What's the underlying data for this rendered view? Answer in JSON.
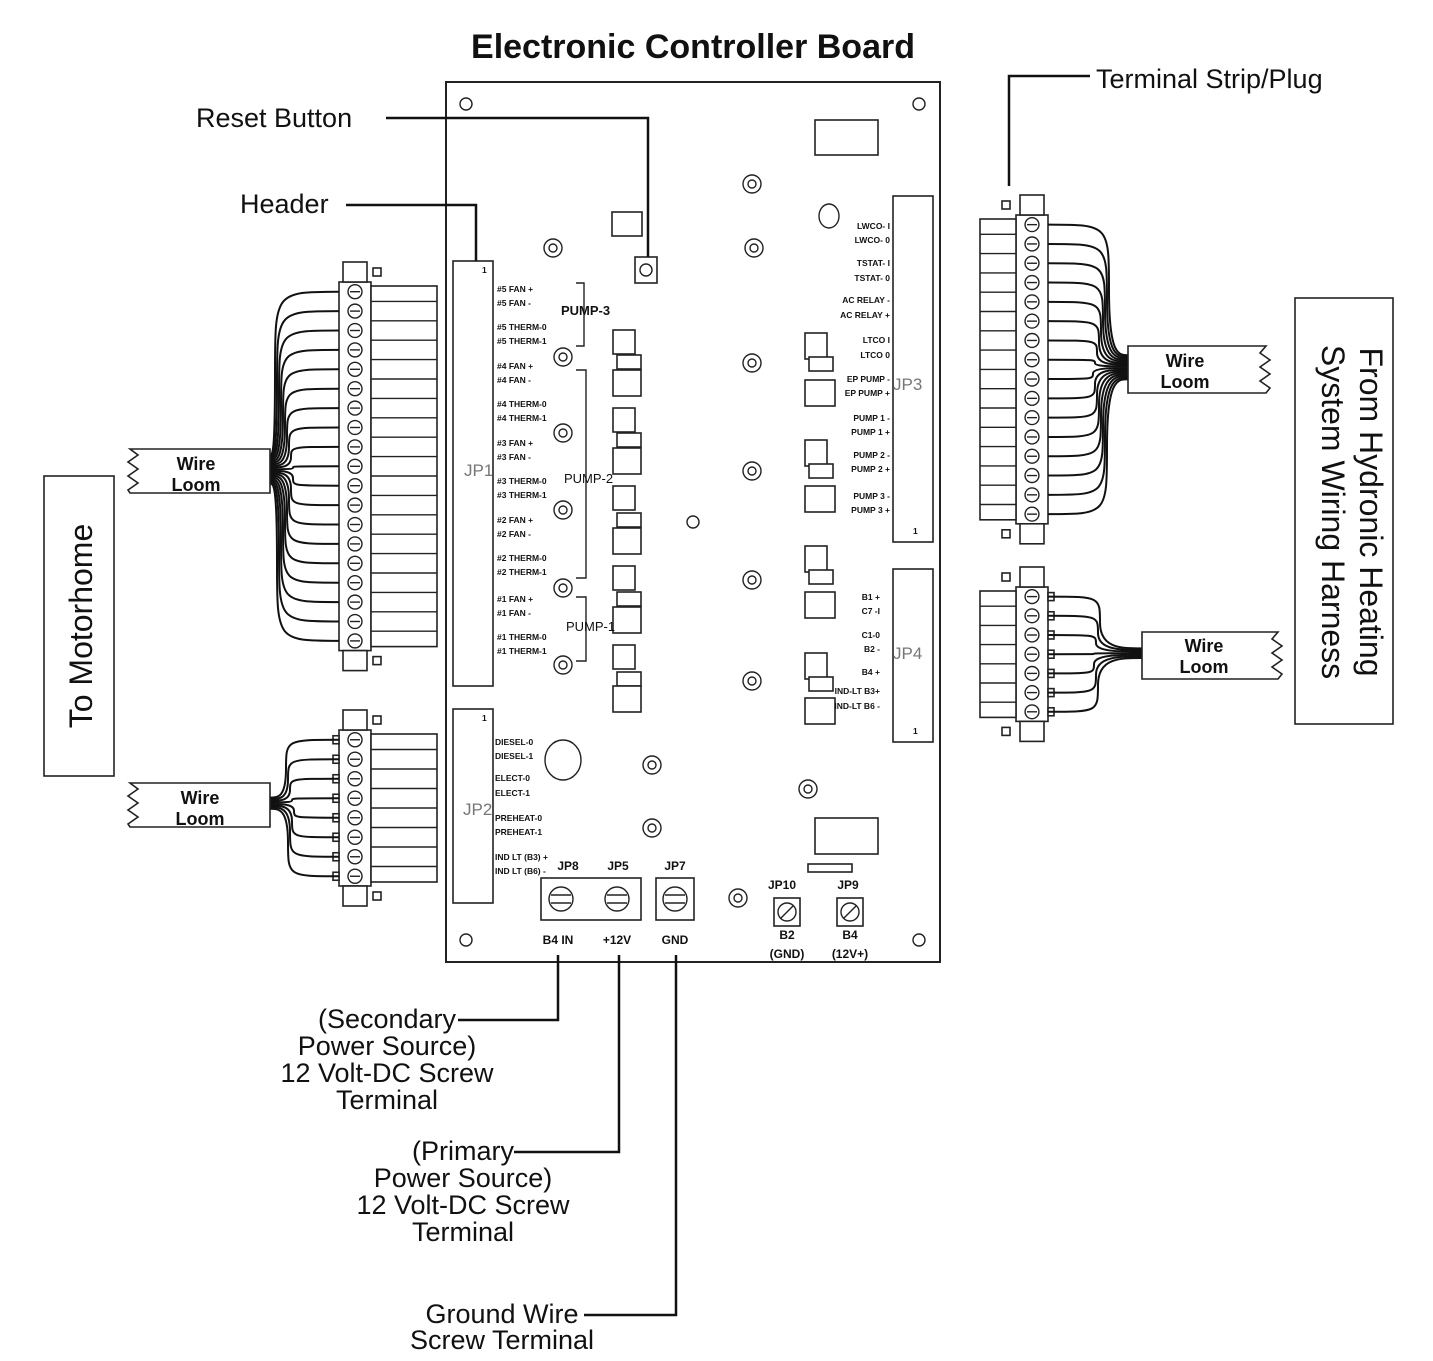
{
  "title": "Electronic Controller Board",
  "callouts": {
    "reset_button": "Reset Button",
    "header": "Header",
    "terminal_strip": "Terminal Strip/Plug",
    "to_motorhome": "To Motorhome",
    "from_hydronic_line1": "From Hydronic Heating",
    "from_hydronic_line2": "System Wiring Harness",
    "wire": "Wire",
    "loom": "Loom",
    "secondary": [
      "(Secondary",
      "Power Source)",
      "12 Volt-DC Screw",
      "Terminal"
    ],
    "primary": [
      "(Primary",
      "Power Source)",
      "12 Volt-DC Screw",
      "Terminal"
    ],
    "ground": [
      "Ground Wire",
      "Screw Terminal"
    ]
  },
  "jp1": {
    "label": "JP1",
    "number": "1",
    "pins": [
      "#5 FAN +",
      "#5 FAN -",
      "#5 THERM-0",
      "#5 THERM-1",
      "#4 FAN +",
      "#4 FAN -",
      "#4 THERM-0",
      "#4 THERM-1",
      "#3 FAN +",
      "#3 FAN -",
      "#3 THERM-0",
      "#3 THERM-1",
      "#2 FAN +",
      "#2 FAN -",
      "#2 THERM-0",
      "#2 THERM-1",
      "#1 FAN +",
      "#1 FAN -",
      "#1 THERM-0",
      "#1 THERM-1"
    ]
  },
  "jp2": {
    "label": "JP2",
    "number": "1",
    "pins": [
      "DIESEL-0",
      "DIESEL-1",
      "ELECT-0",
      "ELECT-1",
      "PREHEAT-0",
      "PREHEAT-1",
      "IND LT (B3) +",
      "IND LT (B6) -"
    ]
  },
  "jp3": {
    "label": "JP3",
    "number": "1",
    "pins": [
      "LWCO- I",
      "LWCO- 0",
      "TSTAT- I",
      "TSTAT- 0",
      "AC RELAY -",
      "AC RELAY +",
      "LTCO I",
      "LTCO 0",
      "EP PUMP -",
      "EP PUMP +",
      "PUMP 1 -",
      "PUMP 1 +",
      "PUMP 2 -",
      "PUMP 2 +",
      "PUMP 3 -",
      "PUMP 3 +"
    ]
  },
  "jp4": {
    "label": "JP4",
    "number": "1",
    "pins": [
      "B1 +",
      "C7 -I",
      "C1-0",
      "B2 -",
      "B4 +",
      "IND-LT B3+",
      "IND-LT B6 -"
    ]
  },
  "pumps": [
    "PUMP-3",
    "PUMP-2",
    "PUMP-1"
  ],
  "terminals": [
    {
      "top": "JP8",
      "bottom": "B4 IN"
    },
    {
      "top": "JP5",
      "bottom": "+12V"
    },
    {
      "top": "JP7",
      "bottom": "GND"
    }
  ],
  "jumpers": [
    {
      "top": "JP10",
      "bottom1": "B2",
      "bottom2": "(GND)"
    },
    {
      "top": "JP9",
      "bottom1": "B4",
      "bottom2": "(12V+)"
    }
  ]
}
